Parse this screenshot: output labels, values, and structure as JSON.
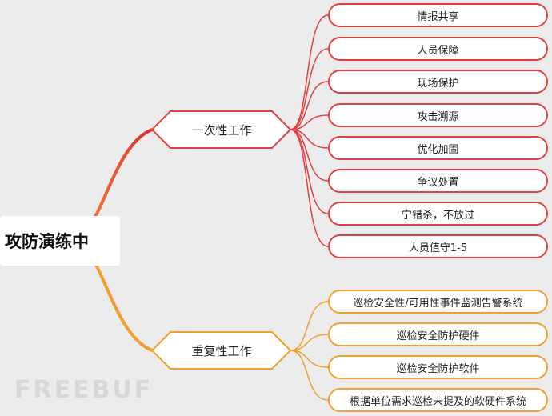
{
  "root": {
    "label": "攻防演练中"
  },
  "branches": [
    {
      "label": "一次性工作",
      "color": "#e04040",
      "items": [
        "情报共享",
        "人员保障",
        "现场保护",
        "攻击溯源",
        "优化加固",
        "争议处置",
        "宁错杀，不放过",
        "人员值守1-5"
      ]
    },
    {
      "label": "重复性工作",
      "color": "#f0a030",
      "items": [
        "巡检安全性/可用性事件监测告警系统",
        "巡检安全防护硬件",
        "巡检安全防护软件",
        "根据单位需求巡检未提及的软硬件系统"
      ]
    }
  ],
  "watermark": {
    "text": "FREEBUF"
  }
}
